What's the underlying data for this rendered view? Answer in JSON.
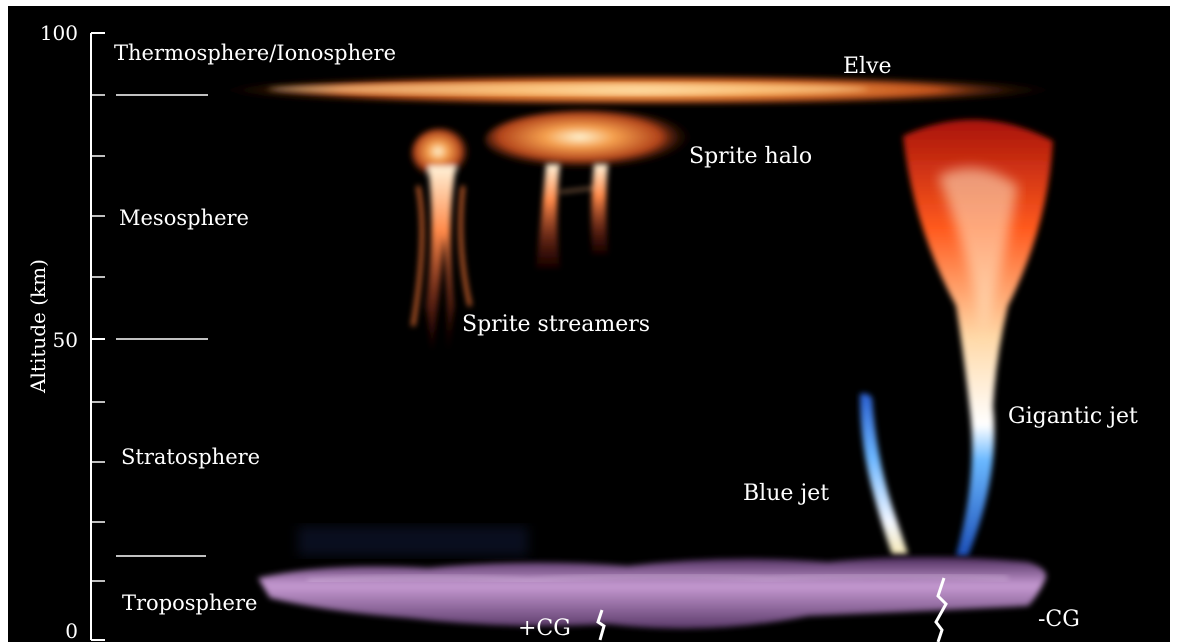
{
  "axis": {
    "ylabel": "Altitude (km)",
    "ticks": [
      "100",
      "50",
      "0"
    ]
  },
  "layers": {
    "thermosphere": "Thermosphere/Ionosphere",
    "mesosphere": "Mesosphere",
    "stratosphere": "Stratosphere",
    "troposphere": "Troposphere"
  },
  "phenomena": {
    "elve": "Elve",
    "sprite_halo": "Sprite halo",
    "sprite_streamers": "Sprite streamers",
    "gigantic_jet": "Gigantic jet",
    "blue_jet": "Blue jet",
    "positive_cg": "+CG",
    "negative_cg": "-CG"
  },
  "colors": {
    "background": "#000000",
    "text": "#ffffff",
    "elve": "#e9822e",
    "sprite": "#ff5a1e",
    "jet_blue": "#4aa3ff",
    "cloud": "#b58ac4"
  }
}
